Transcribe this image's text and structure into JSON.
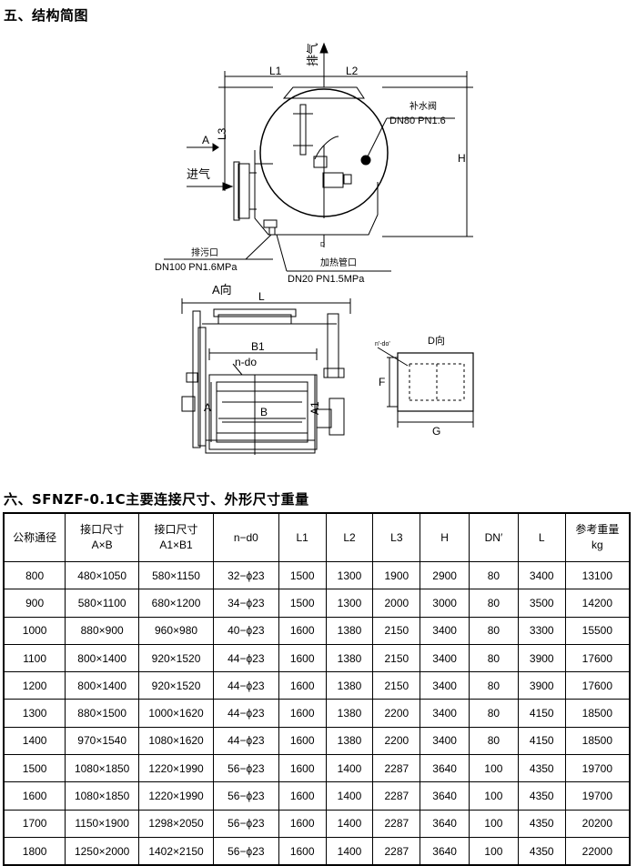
{
  "section5": {
    "title": "五、结构简图"
  },
  "section6": {
    "title": "六、SFNZF-0.1C主要连接尺寸、外形尺寸重量"
  },
  "drawing_labels": {
    "exhaust": "排气",
    "L1": "L1",
    "L2": "L2",
    "L3": "L3",
    "H": "H",
    "A": "A",
    "inlet": "进气",
    "makeup_valve": "补水阀",
    "makeup_valve_spec": "DN80 PN1.6",
    "drain_port": "排污口",
    "drain_spec": "DN100 PN1.6MPa",
    "heating_pipe": "加热管口",
    "heating_spec": "DN20 PN1.5MPa",
    "D_small": "D",
    "view_A": "A向",
    "L": "L",
    "B1": "B1",
    "n_do": "n-do",
    "B": "B",
    "A_dim": "A",
    "A1": "A1",
    "n_do_small": "n'-do'",
    "view_D": "D向",
    "F": "F",
    "G": "G"
  },
  "table": {
    "headers": [
      {
        "line1": "公称通径",
        "line2": ""
      },
      {
        "line1": "接口尺寸",
        "line2": "A×B"
      },
      {
        "line1": "接口尺寸",
        "line2": "A1×B1"
      },
      {
        "line1": "n−d0",
        "line2": ""
      },
      {
        "line1": "L1",
        "line2": ""
      },
      {
        "line1": "L2",
        "line2": ""
      },
      {
        "line1": "L3",
        "line2": ""
      },
      {
        "line1": "H",
        "line2": ""
      },
      {
        "line1": "DN′",
        "line2": ""
      },
      {
        "line1": "L",
        "line2": ""
      },
      {
        "line1": "参考重量",
        "line2": "kg"
      }
    ],
    "rows": [
      [
        "800",
        "480×1050",
        "580×1150",
        "32−ϕ23",
        "1500",
        "1300",
        "1900",
        "2900",
        "80",
        "3400",
        "13100"
      ],
      [
        "900",
        "580×1100",
        "680×1200",
        "34−ϕ23",
        "1500",
        "1300",
        "2000",
        "3000",
        "80",
        "3500",
        "14200"
      ],
      [
        "1000",
        "880×900",
        "960×980",
        "40−ϕ23",
        "1600",
        "1380",
        "2150",
        "3400",
        "80",
        "3300",
        "15500"
      ],
      [
        "1100",
        "800×1400",
        "920×1520",
        "44−ϕ23",
        "1600",
        "1380",
        "2150",
        "3400",
        "80",
        "3900",
        "17600"
      ],
      [
        "1200",
        "800×1400",
        "920×1520",
        "44−ϕ23",
        "1600",
        "1380",
        "2150",
        "3400",
        "80",
        "3900",
        "17600"
      ],
      [
        "1300",
        "880×1500",
        "1000×1620",
        "44−ϕ23",
        "1600",
        "1380",
        "2200",
        "3400",
        "80",
        "4150",
        "18500"
      ],
      [
        "1400",
        "970×1540",
        "1080×1620",
        "44−ϕ23",
        "1600",
        "1380",
        "2200",
        "3400",
        "80",
        "4150",
        "18500"
      ],
      [
        "1500",
        "1080×1850",
        "1220×1990",
        "56−ϕ23",
        "1600",
        "1400",
        "2287",
        "3640",
        "100",
        "4350",
        "19700"
      ],
      [
        "1600",
        "1080×1850",
        "1220×1990",
        "56−ϕ23",
        "1600",
        "1400",
        "2287",
        "3640",
        "100",
        "4350",
        "19700"
      ],
      [
        "1700",
        "1150×1900",
        "1298×2050",
        "56−ϕ23",
        "1600",
        "1400",
        "2287",
        "3640",
        "100",
        "4350",
        "20200"
      ],
      [
        "1800",
        "1250×2000",
        "1402×2150",
        "56−ϕ23",
        "1600",
        "1400",
        "2287",
        "3640",
        "100",
        "4350",
        "22000"
      ]
    ]
  }
}
